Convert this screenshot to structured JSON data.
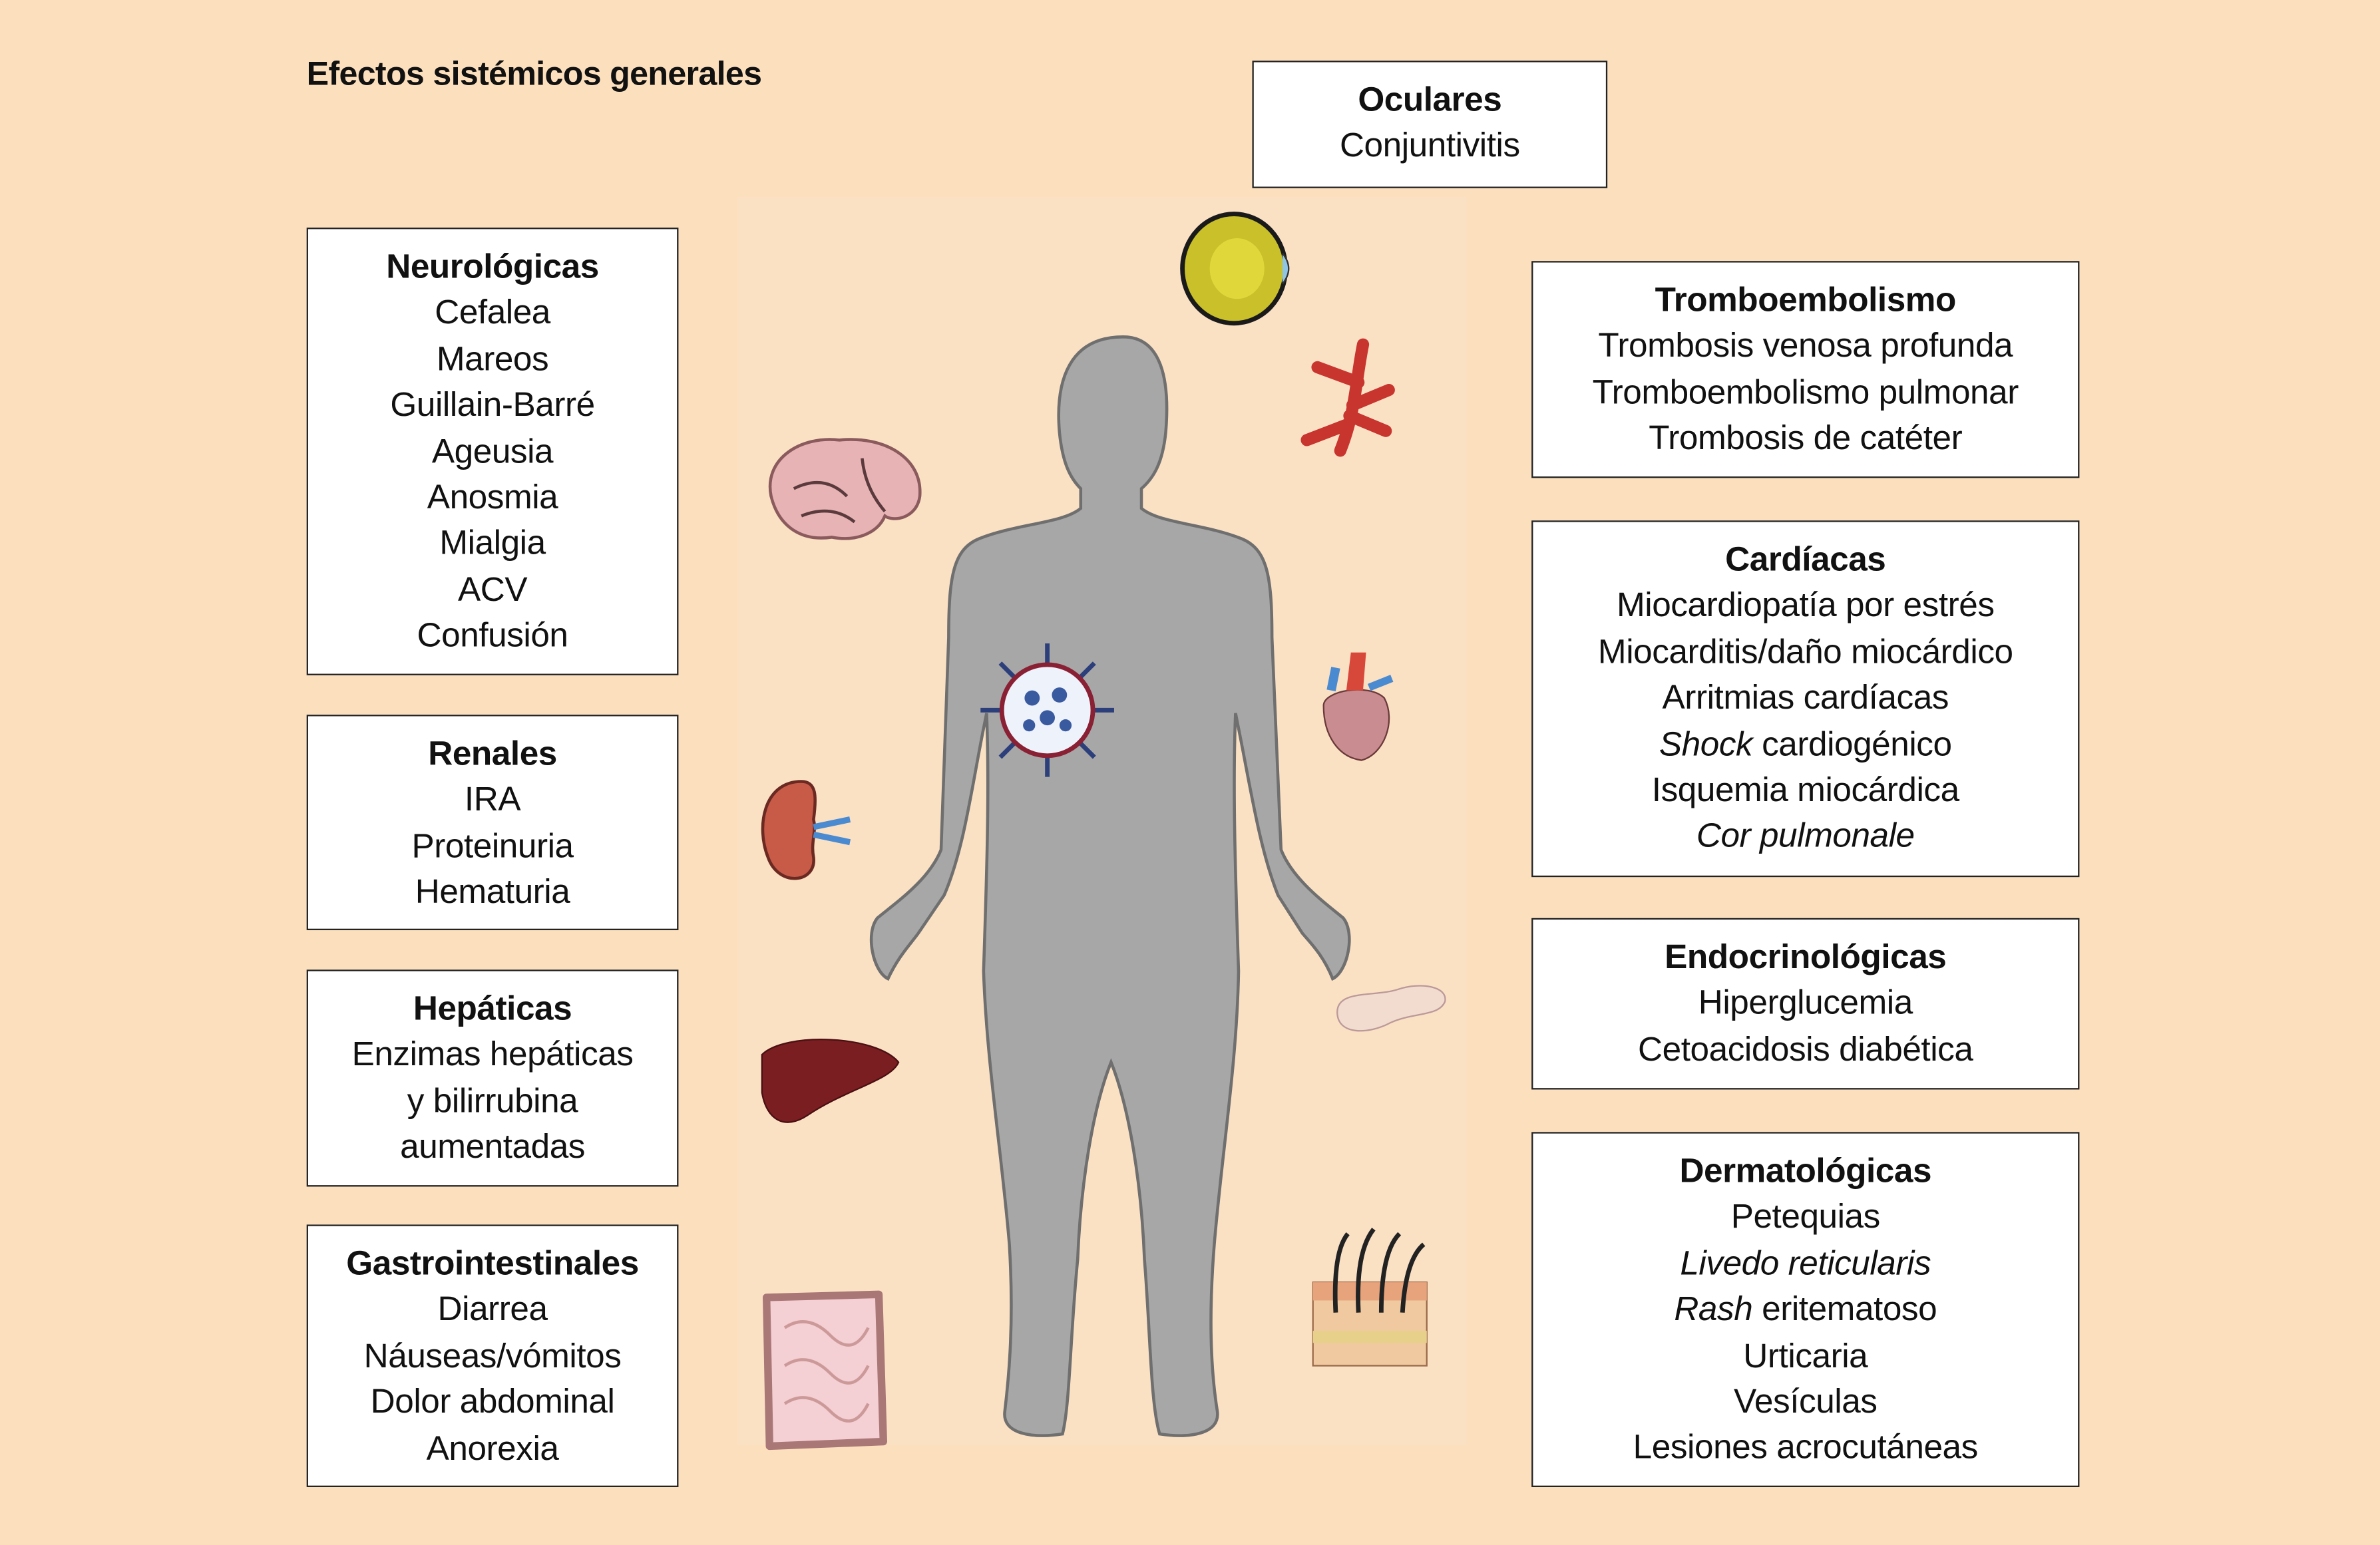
{
  "title": "Efectos sistémicos generales",
  "colors": {
    "background": "#fcdfbd",
    "body": "#a6a6a6",
    "box_border": "#222222"
  },
  "boxes": [
    {
      "id": "oculares",
      "heading": "Oculares",
      "items": [
        {
          "t": "Conjuntivitis"
        }
      ]
    },
    {
      "id": "neurologicas",
      "heading": "Neurológicas",
      "items": [
        {
          "t": "Cefalea"
        },
        {
          "t": "Mareos"
        },
        {
          "t": "Guillain-Barré"
        },
        {
          "t": "Ageusia"
        },
        {
          "t": "Anosmia"
        },
        {
          "t": "Mialgia"
        },
        {
          "t": "ACV"
        },
        {
          "t": "Confusión"
        }
      ]
    },
    {
      "id": "renales",
      "heading": "Renales",
      "items": [
        {
          "t": "IRA"
        },
        {
          "t": "Proteinuria"
        },
        {
          "t": "Hematuria"
        }
      ]
    },
    {
      "id": "hepaticas",
      "heading": "Hepáticas",
      "items": [
        {
          "t": "Enzimas hepáticas"
        },
        {
          "t": "y bilirrubina"
        },
        {
          "t": "aumentadas"
        }
      ]
    },
    {
      "id": "gastrointestinales",
      "heading": "Gastrointestinales",
      "items": [
        {
          "t": "Diarrea"
        },
        {
          "t": "Náuseas/vómitos"
        },
        {
          "t": "Dolor abdominal"
        },
        {
          "t": "Anorexia"
        }
      ]
    },
    {
      "id": "tromboembolismo",
      "heading": "Tromboembolismo",
      "items": [
        {
          "t": "Trombosis venosa profunda"
        },
        {
          "t": "Tromboembolismo pulmonar"
        },
        {
          "t": "Trombosis de catéter"
        }
      ]
    },
    {
      "id": "cardiacas",
      "heading": "Cardíacas",
      "items": [
        {
          "t": "Miocardiopatía por estrés"
        },
        {
          "t": "Miocarditis/daño miocárdico"
        },
        {
          "t": "Arritmias cardíacas"
        },
        {
          "i": "Shock",
          "t": " cardiogénico"
        },
        {
          "t": "Isquemia miocárdica"
        },
        {
          "i": "Cor pulmonale"
        }
      ]
    },
    {
      "id": "endocrinologicas",
      "heading": "Endocrinológicas",
      "items": [
        {
          "t": "Hiperglucemia"
        },
        {
          "t": "Cetoacidosis diabética"
        }
      ]
    },
    {
      "id": "dermatologicas",
      "heading": "Dermatológicas",
      "items": [
        {
          "t": "Petequias"
        },
        {
          "i": "Livedo reticularis"
        },
        {
          "i": "Rash",
          "t": " eritematoso"
        },
        {
          "t": "Urticaria"
        },
        {
          "t": "Vesículas"
        },
        {
          "t": "Lesiones acrocutáneas"
        }
      ]
    }
  ]
}
